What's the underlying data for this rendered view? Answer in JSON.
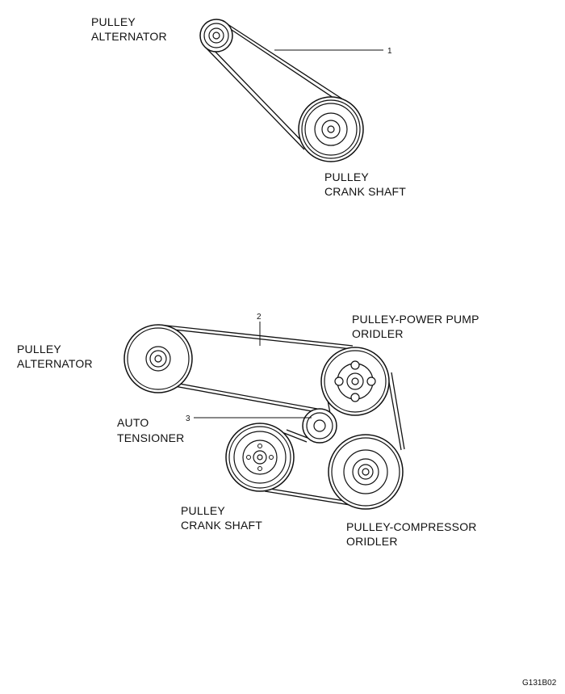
{
  "top_diagram": {
    "alternator_label": [
      "PULLEY",
      "ALTERNATOR"
    ],
    "crankshaft_label": [
      "PULLEY",
      "CRANK SHAFT"
    ],
    "callout": "1"
  },
  "bottom_diagram": {
    "alternator_label": [
      "PULLEY",
      "ALTERNATOR"
    ],
    "power_pump_label": [
      "PULLEY-POWER PUMP",
      "ORIDLER"
    ],
    "tensioner_label": [
      "AUTO",
      "TENSIONER"
    ],
    "crankshaft_label": [
      "PULLEY",
      "CRANK SHAFT"
    ],
    "compressor_label": [
      "PULLEY-COMPRESSOR",
      "ORIDLER"
    ],
    "callout_belt": "2",
    "callout_tensioner": "3"
  },
  "figure_code": "G131B02"
}
